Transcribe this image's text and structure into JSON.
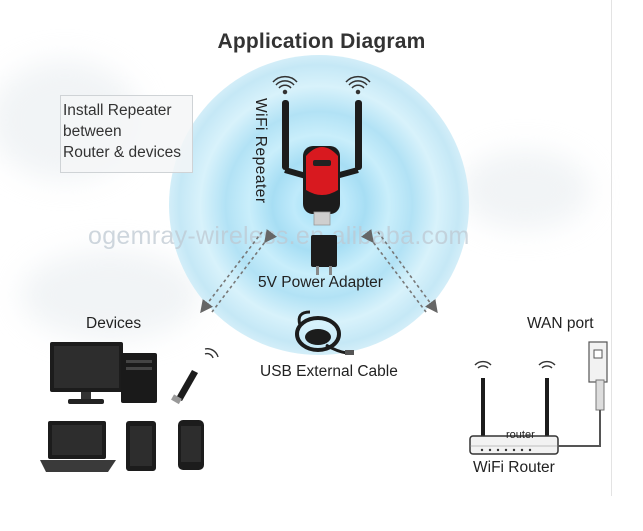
{
  "title": "Application Diagram",
  "note": {
    "lines": [
      "Install Repeater",
      "between",
      "Router & devices"
    ]
  },
  "labels": {
    "wifi_repeater": "WiFi Repeater",
    "power_adapter": "5V Power Adapter",
    "devices": "Devices",
    "wan_port": "WAN port",
    "usb_cable": "USB External Cable",
    "wifi_router": "WiFi Router",
    "router_badge": "router"
  },
  "watermark": "ogemray-wireless.en.alibaba.com",
  "colors": {
    "glow": "#a7def4",
    "repeater_red": "#d8191f",
    "device_dark": "#1c1c1c"
  },
  "icons": [
    "wifi-signal-icon",
    "repeater-device",
    "power-adapter-icon",
    "usb-cable-icon",
    "desktop-computer-icon",
    "usb-wifi-adapter-icon",
    "laptop-icon",
    "tablet-icon",
    "smartphone-icon",
    "router-icon",
    "wan-port-icon"
  ]
}
